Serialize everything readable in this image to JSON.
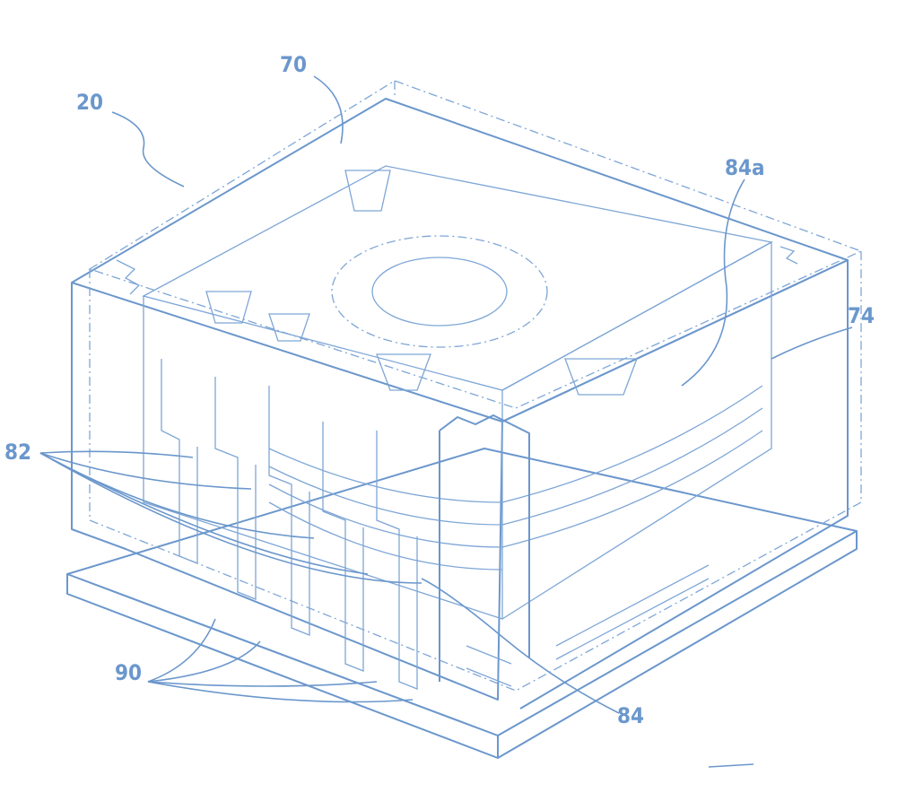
{
  "figure": {
    "type": "patent-drawing",
    "color": "#6b97cc",
    "labels": {
      "assembly": "20",
      "housing": "70",
      "lead_top": "84a",
      "side_wall": "74",
      "leads": "82",
      "terminals": "90",
      "lead": "84"
    }
  }
}
